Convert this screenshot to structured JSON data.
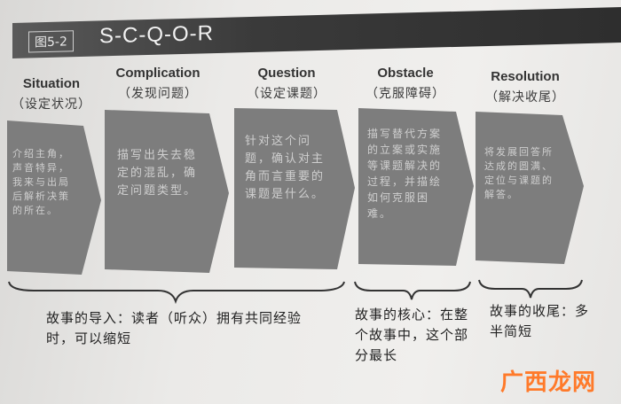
{
  "figure": {
    "tag": "图5-2",
    "title": "S-C-Q-O-R"
  },
  "stages": [
    {
      "en": "Situation",
      "cn": "（设定状况）",
      "text": "介绍主角，声音特异，我来与出局后解析决策的所在。"
    },
    {
      "en": "Complication",
      "cn": "（发现问题）",
      "text": "描写出失去稳定的混乱，确定问题类型。"
    },
    {
      "en": "Question",
      "cn": "（设定课题）",
      "text": "针对这个问题，确认对主角而言重要的课题是什么。"
    },
    {
      "en": "Obstacle",
      "cn": "（克服障碍）",
      "text": "描写替代方案的立案或实施等课题解决的过程，并描绘如何克服困难。"
    },
    {
      "en": "Resolution",
      "cn": "（解决收尾）",
      "text": "将发展回答所达成的圆满、定位与课题的解答。"
    }
  ],
  "notes": [
    {
      "text": "故事的导入：读者（听众）拥有共同经验时，可以缩短"
    },
    {
      "text": "故事的核心：在整个故事中，这个部分最长"
    },
    {
      "text": "故事的收尾：多半简短"
    }
  ],
  "watermark": "广西龙网",
  "colors": {
    "arrow": "#7d7d7d",
    "titlebar": "#3a3a3a"
  }
}
